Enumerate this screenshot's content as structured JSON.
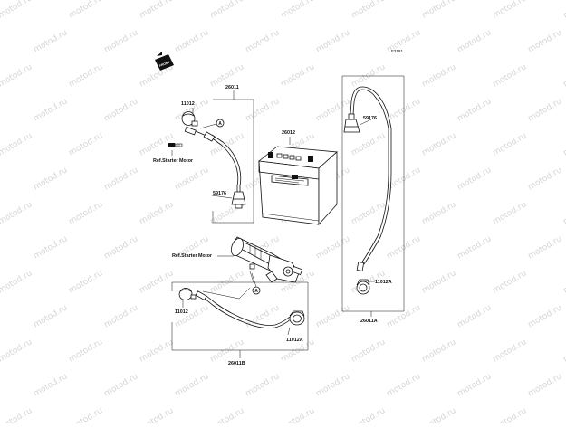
{
  "diagram": {
    "figure_code": "F3181",
    "watermark": "motod.ru",
    "front_badge": "FRONT",
    "callout_letter": "A",
    "labels": {
      "group_top": "26011",
      "bolt_left": "11012",
      "battery": "26012",
      "ref_top": "Ref.Starter Motor",
      "boot_left": "59176",
      "ref_mid": "Ref.Starter Motor",
      "bolt_bottom": "11012",
      "cap_bottom": "11012A",
      "group_bottom": "26011B",
      "boot_right": "59176",
      "cap_right": "11012A",
      "group_right": "26011A"
    }
  }
}
